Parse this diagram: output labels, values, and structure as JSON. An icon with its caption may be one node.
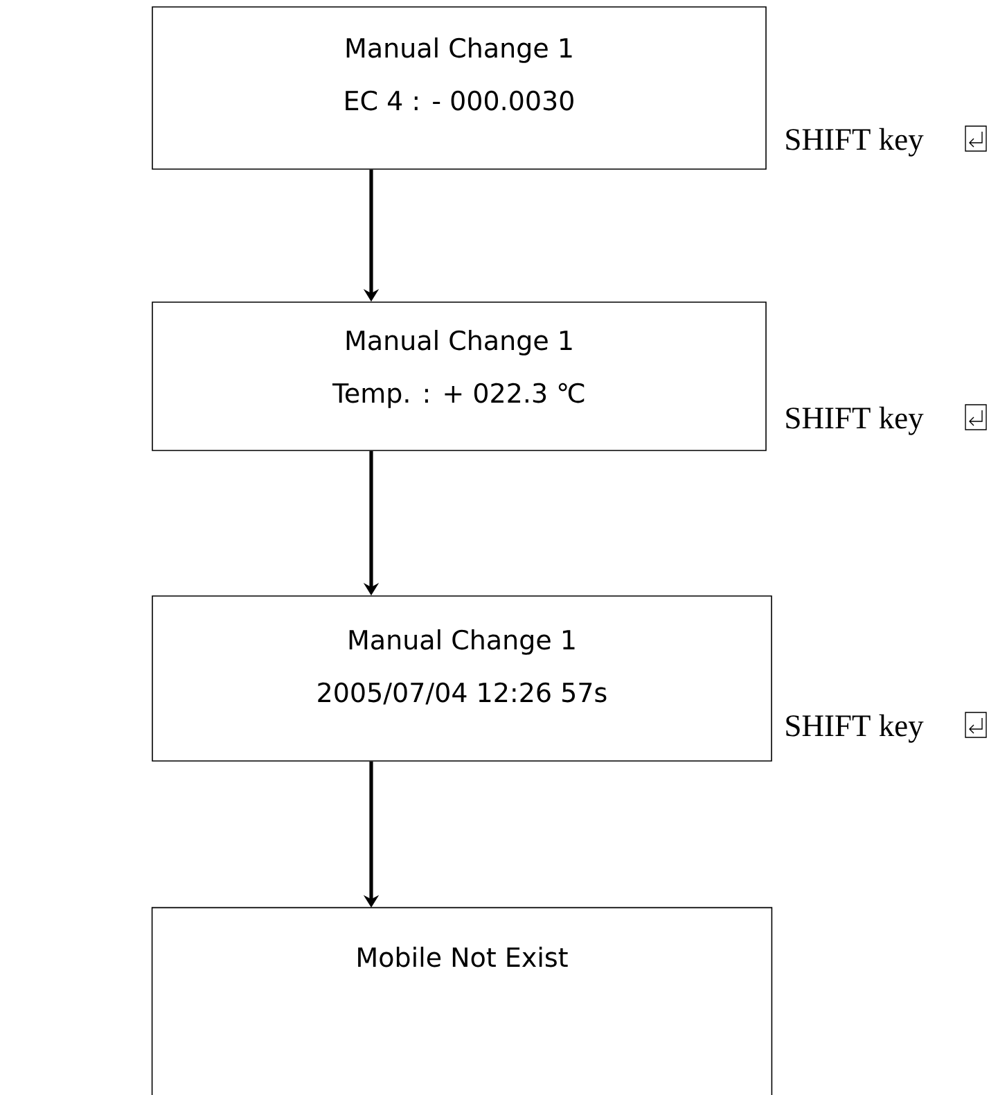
{
  "diagram": {
    "nodes": [
      {
        "text": [
          "Manual Change 1",
          "EC 4 : - 000.0030"
        ],
        "beside": [
          "SHIFT key"
        ]
      },
      {
        "text": [
          "Manual Change 1",
          "Temp. : + 022.3 ℃"
        ],
        "beside": [
          "SHIFT key"
        ]
      },
      {
        "text": [
          "Manual Change 1",
          "2005/07/04 12:26 57s"
        ],
        "beside": [
          "SHIFT key"
        ]
      },
      {
        "text": [
          "Mobile Not Exist"
        ]
      }
    ],
    "edges": [
      {
        "from": 0,
        "to": 1,
        "arrow": "to"
      },
      {
        "from": 1,
        "to": 2,
        "arrow": "to"
      },
      {
        "from": 2,
        "to": 3,
        "arrow": "to"
      }
    ]
  }
}
